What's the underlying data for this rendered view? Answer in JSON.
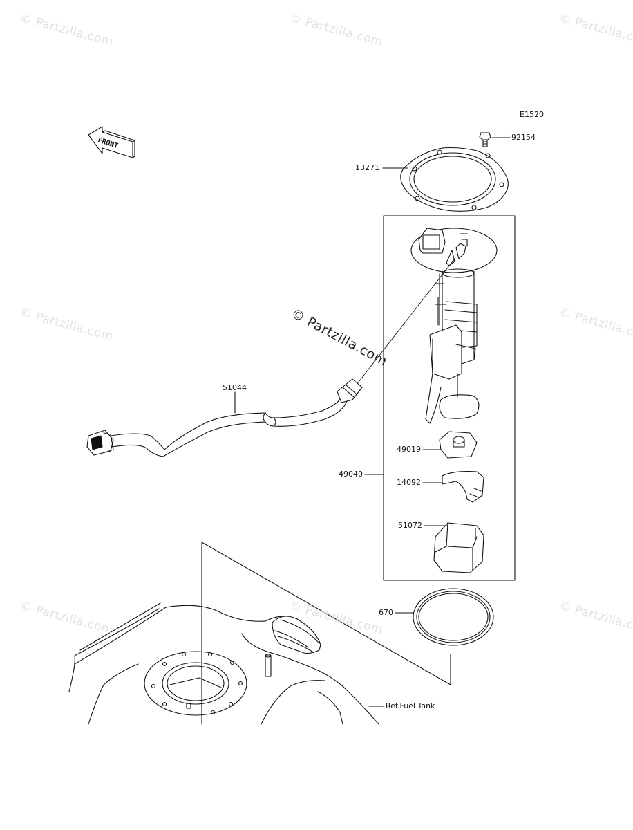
{
  "diagram_code": "E1520",
  "front_label": "FRONT",
  "center_watermark": "© Partzilla.com",
  "watermark_text": "© Partzilla.com",
  "parts": [
    {
      "id": "92154"
    },
    {
      "id": "13271"
    },
    {
      "id": "51044"
    },
    {
      "id": "49019"
    },
    {
      "id": "49040"
    },
    {
      "id": "14092"
    },
    {
      "id": "51072"
    },
    {
      "id": "670"
    }
  ],
  "ref_label": "Ref.Fuel Tank"
}
